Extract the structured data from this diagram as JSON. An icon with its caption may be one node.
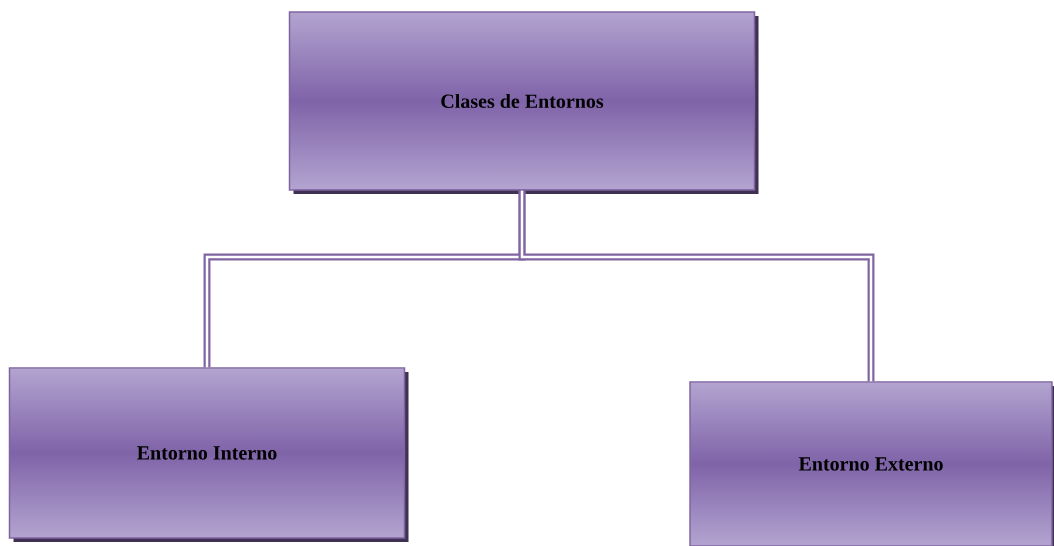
{
  "diagram": {
    "nodes": [
      {
        "text": [
          "Clases de Entornos"
        ]
      },
      {
        "text": [
          "Entorno Interno"
        ]
      },
      {
        "text": [
          "Entorno Externo"
        ]
      }
    ],
    "edges": [
      {
        "from": 0,
        "to": 1,
        "arrow": "none"
      },
      {
        "from": 0,
        "to": 2,
        "arrow": "none"
      }
    ]
  }
}
